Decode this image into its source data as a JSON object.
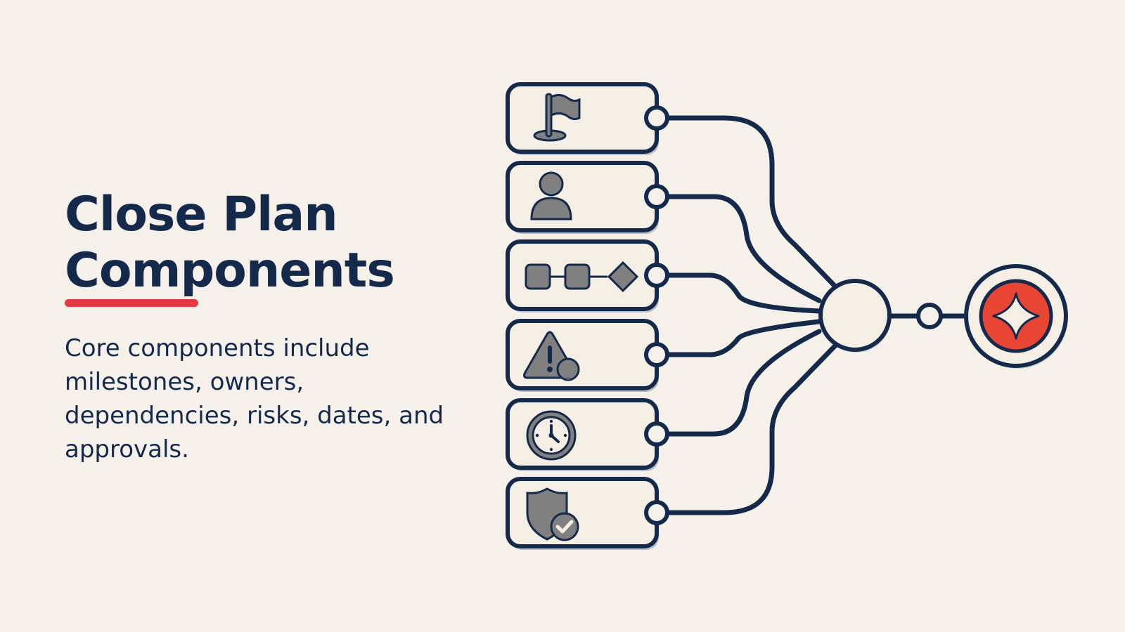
{
  "heading": {
    "line1": "Close Plan",
    "line2": "Components"
  },
  "description": "Core components include milestones, owners, dependencies, risks, dates, and approvals.",
  "colors": {
    "background": "#f5f1ea",
    "ink": "#152a4a",
    "accent": "#e63946",
    "card_fill": "#f4eee4",
    "icon_gray": "#808080",
    "target_red": "#e94535"
  },
  "diagram": {
    "components": [
      {
        "icon": "flag-icon"
      },
      {
        "icon": "person-icon"
      },
      {
        "icon": "dependency-chain-icon"
      },
      {
        "icon": "warning-risk-icon"
      },
      {
        "icon": "clock-icon"
      },
      {
        "icon": "shield-check-icon"
      }
    ],
    "hub": "hub-node",
    "target_icon": "sparkle-icon"
  }
}
